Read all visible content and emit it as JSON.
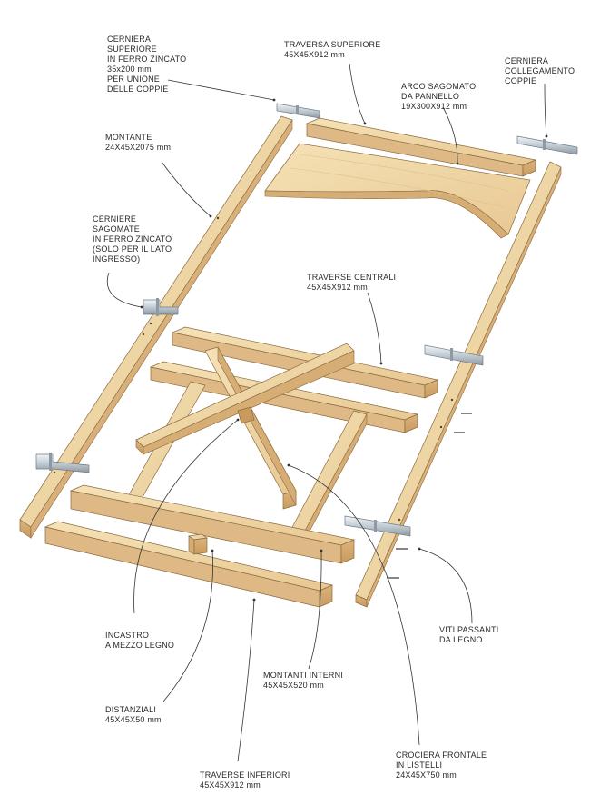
{
  "colors": {
    "wood_light": "#f0d9a8",
    "wood_mid": "#e2c08a",
    "wood_dark": "#c99a5e",
    "wood_edge": "#8a6a3e",
    "metal_light": "#e9eef2",
    "metal_mid": "#b9c3cc",
    "metal_dark": "#6f7a84",
    "leader": "#333333"
  },
  "labels": {
    "cerniera_superiore": [
      "CERNIERA",
      "SUPERIORE",
      "IN FERRO ZINCATO",
      "35x200 mm",
      "PER UNIONE",
      "DELLE COPPIE"
    ],
    "traversa_superiore": [
      "TRAVERSA SUPERIORE",
      "45X45X912 mm"
    ],
    "cerniera_collegamento": [
      "CERNIERA",
      "COLLEGAMENTO",
      "COPPIE"
    ],
    "arco_sagomato": [
      "ARCO SAGOMATO",
      "DA PANNELLO",
      "19X300X912 mm"
    ],
    "montante": [
      "MONTANTE",
      "24X45X2075 mm"
    ],
    "cerniere_sagomate": [
      "CERNIERE",
      "SAGOMATE",
      "IN FERRO ZINCATO",
      "(SOLO PER IL LATO",
      "INGRESSO)"
    ],
    "traverse_centrali": [
      "TRAVERSE CENTRALI",
      "45X45X912 mm"
    ],
    "incastro": [
      "INCASTRO",
      "A MEZZO LEGNO"
    ],
    "viti_passanti": [
      "VITI PASSANTI",
      "DA LEGNO"
    ],
    "montanti_interni": [
      "MONTANTI INTERNI",
      "45X45X520 mm"
    ],
    "distanziali": [
      "DISTANZIALI",
      "45X45X50 mm"
    ],
    "crociera_frontale": [
      "CROCIERA FRONTALE",
      "IN LISTELLI",
      "24X45X750 mm"
    ],
    "traverse_inferiori": [
      "TRAVERSE INFERIORI",
      "45X45X912 mm"
    ]
  }
}
